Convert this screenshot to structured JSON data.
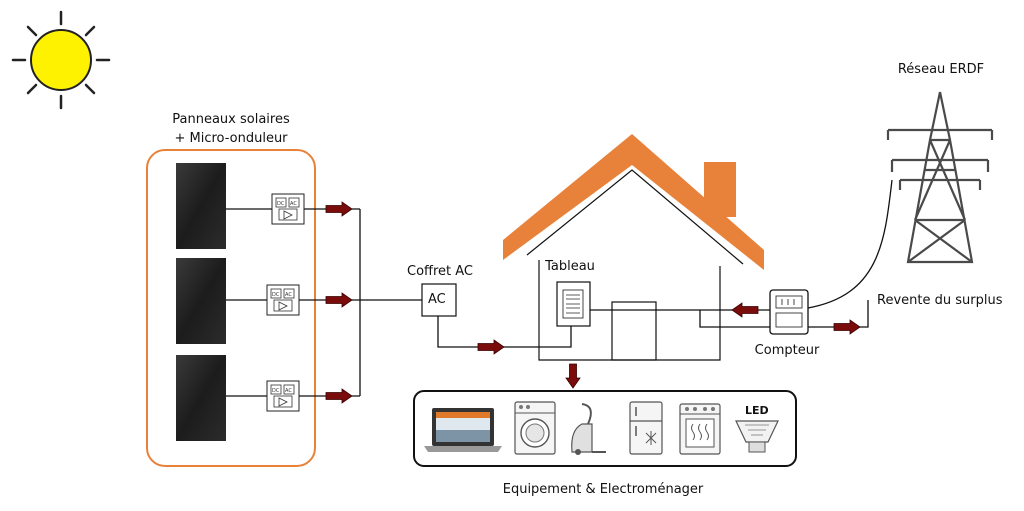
{
  "labels": {
    "panels_line1": "Panneaux solaires",
    "panels_line2": "+ Micro-onduleur",
    "coffret": "Coffret AC",
    "coffret_box": "AC",
    "tableau": "Tableau",
    "compteur": "Compteur",
    "reseau": "Réseau ERDF",
    "revente": "Revente du surplus",
    "equipement": "Equipement & Electroménager",
    "led": "LED",
    "inverter_dc": "DC",
    "inverter_ac": "AC"
  },
  "icons": {
    "sun": "sun-icon",
    "pylon": "power-pylon-icon",
    "laptop": "laptop-icon",
    "washer": "washing-machine-icon",
    "vacuum": "vacuum-cleaner-icon",
    "fridge": "fridge-icon",
    "oven": "oven-icon",
    "bulb": "led-bulb-icon"
  },
  "colors": {
    "roof": "#e8823a",
    "panel_frame": "#e8823a",
    "sun": "#fff200",
    "arrow": "#7a0c0c",
    "pylon": "#4a4a4a"
  }
}
